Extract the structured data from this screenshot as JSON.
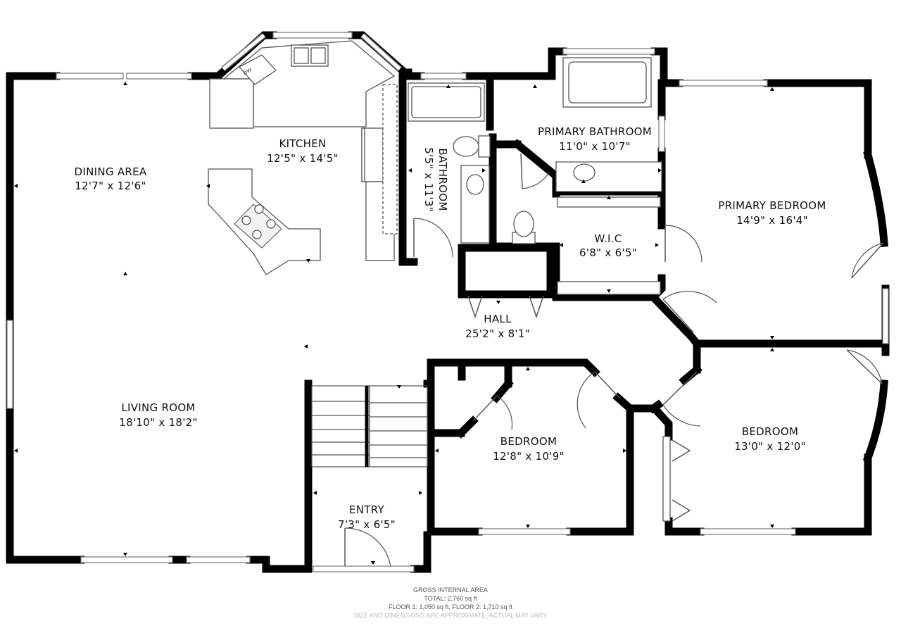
{
  "rooms": {
    "dining": {
      "name": "DINING AREA",
      "dims": "12'7\" x 12'6\""
    },
    "kitchen": {
      "name": "KITCHEN",
      "dims": "12'5\" x 14'5\""
    },
    "bathroom": {
      "name": "BATHROOM",
      "dims": "5'5\" x 11'3\""
    },
    "primary_bathroom": {
      "name": "PRIMARY BATHROOM",
      "dims": "11'0\" x 10'7\""
    },
    "primary_bedroom": {
      "name": "PRIMARY BEDROOM",
      "dims": "14'9\" x 16'4\""
    },
    "wic": {
      "name": "W.I.C",
      "dims": "6'8\" x 6'5\""
    },
    "hall": {
      "name": "HALL",
      "dims": "25'2\" x 8'1\""
    },
    "living": {
      "name": "LIVING ROOM",
      "dims": "18'10\" x 18'2\""
    },
    "bedroom_2": {
      "name": "BEDROOM",
      "dims": "12'8\" x 10'9\""
    },
    "bedroom_3": {
      "name": "BEDROOM",
      "dims": "13'0\" x 12'0\""
    },
    "entry": {
      "name": "ENTRY",
      "dims": "7'3\" x 6'5\""
    }
  },
  "appliances": {
    "dishwasher": "DW"
  },
  "footer": {
    "heading": "GROSS INTERNAL AREA",
    "total": "TOTAL: 2,760 sq ft",
    "floors": "FLOOR 1: 1,050 sq ft, FLOOR 2: 1,710 sq ft",
    "disclaimer": "SIZE AND DIMENSIONS ARE APPROXIMATE, ACTUAL MAY VARY"
  },
  "colors": {
    "wall": "#000000",
    "background": "#ffffff",
    "fixture_stroke": "#555555"
  },
  "icons": [
    "sink-icon",
    "stove-icon",
    "toilet-icon",
    "bathtub-icon",
    "door-swing-icon",
    "stairs-icon",
    "window-icon"
  ]
}
